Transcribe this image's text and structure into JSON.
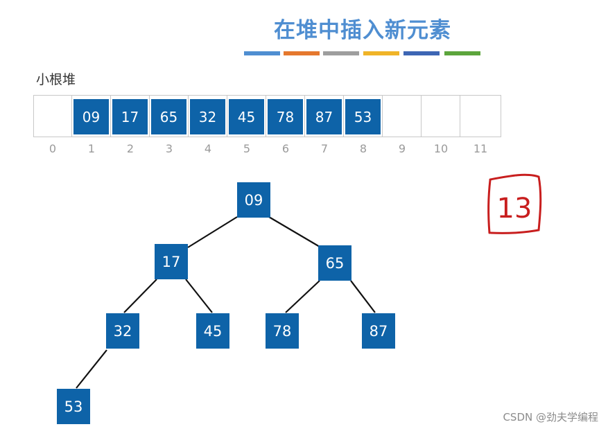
{
  "title": "在堆中插入新元素",
  "subtitle": "小根堆",
  "stripe_colors": [
    "#4f8ed1",
    "#e5782e",
    "#9e9e9e",
    "#f0b428",
    "#3d66b4",
    "#5ca53c"
  ],
  "array": {
    "cells": [
      "",
      "09",
      "17",
      "65",
      "32",
      "45",
      "78",
      "87",
      "53",
      "",
      "",
      ""
    ],
    "indices": [
      "0",
      "1",
      "2",
      "3",
      "4",
      "5",
      "6",
      "7",
      "8",
      "9",
      "10",
      "11"
    ]
  },
  "tree": {
    "nodes": [
      {
        "id": "n1",
        "label": "09"
      },
      {
        "id": "n2",
        "label": "17"
      },
      {
        "id": "n3",
        "label": "65"
      },
      {
        "id": "n4",
        "label": "32"
      },
      {
        "id": "n5",
        "label": "45"
      },
      {
        "id": "n6",
        "label": "78"
      },
      {
        "id": "n7",
        "label": "87"
      },
      {
        "id": "n8",
        "label": "53"
      }
    ]
  },
  "annotation": {
    "text": "13",
    "color": "#c81e1e"
  },
  "node_color": "#0e63a8",
  "watermark": "CSDN @劲夫学编程"
}
